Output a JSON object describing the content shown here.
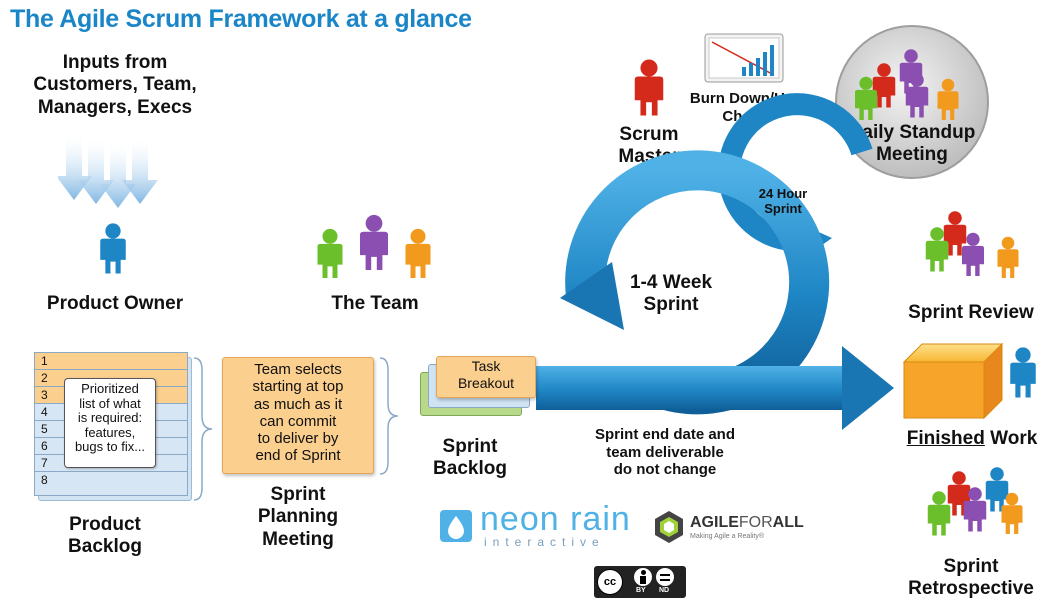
{
  "title": "The Agile Scrum Framework at a glance",
  "inputs": {
    "line1": "Inputs from",
    "line2": "Customers, Team,",
    "line3": "Managers, Execs"
  },
  "product_owner": "Product Owner",
  "the_team": "The Team",
  "scrum_master": {
    "line1": "Scrum",
    "line2": "Master"
  },
  "burndown": {
    "line1": "Burn Down/Up",
    "line2": "Chart"
  },
  "daily_standup": {
    "line1": "Daily Standup",
    "line2": "Meeting"
  },
  "hour_sprint": {
    "line1": "24 Hour",
    "line2": "Sprint"
  },
  "week_sprint": {
    "line1": "1-4 Week",
    "line2": "Sprint"
  },
  "product_backlog": {
    "rows": [
      "1",
      "2",
      "3",
      "4",
      "5",
      "6",
      "7",
      "8"
    ],
    "note": [
      "Prioritized",
      "list of what",
      "is required:",
      "features,",
      "bugs to fix..."
    ],
    "label1": "Product",
    "label2": "Backlog"
  },
  "sprint_planning": {
    "note": [
      "Team selects",
      "starting at top",
      "as much as it",
      "can commit",
      "to deliver by",
      "end of Sprint"
    ],
    "label1": "Sprint",
    "label2": "Planning",
    "label3": "Meeting"
  },
  "sprint_backlog": {
    "task1": "Task",
    "task2": "Breakout",
    "label1": "Sprint",
    "label2": "Backlog"
  },
  "sprint_end": {
    "line1": "Sprint end date and",
    "line2": "team deliverable",
    "line3": "do not change"
  },
  "sprint_review": "Sprint Review",
  "finished_work": {
    "underlined": "Finished",
    "rest": " Work"
  },
  "sprint_retro": {
    "line1": "Sprint",
    "line2": "Retrospective"
  },
  "neon_rain": {
    "name": "neon rain",
    "sub": "interactive"
  },
  "agile_for_all": {
    "name_a": "AGILE",
    "name_b": "FOR",
    "name_c": "ALL",
    "tagline": "Making Agile a Reality®"
  },
  "cc": {
    "cc": "cc",
    "by": "BY",
    "nd": "ND"
  },
  "colors": {
    "title_blue": "#1a86c7",
    "arrow_blue": "#1f86c5",
    "green": "#6bbf2a",
    "purple": "#8a4fb0",
    "orange": "#f29a1e",
    "red": "#d42a1c",
    "blue": "#1f86c5",
    "note_orange": "#fbcf8e",
    "box_orange": "#f5a623"
  }
}
